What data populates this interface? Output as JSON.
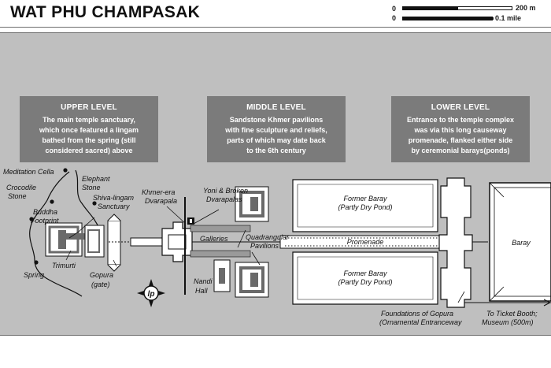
{
  "title": "WAT PHU CHAMPASAK",
  "scale": {
    "zero_top": "0",
    "zero_bottom": "0",
    "label_top": "200 m",
    "label_bottom": "0.1 mile"
  },
  "info_boxes": [
    {
      "heading": "UPPER LEVEL",
      "lines": [
        "The main temple sanctuary,",
        "which once featured a lingam",
        "bathed from the spring (still",
        "considered sacred) above"
      ]
    },
    {
      "heading": "MIDDLE LEVEL",
      "lines": [
        "Sandstone Khmer pavilions",
        "with fine sculpture and reliefs,",
        "parts of which may date back",
        "to the 6th century"
      ]
    },
    {
      "heading": "LOWER LEVEL",
      "lines": [
        "Entrance to the temple complex",
        "was via this long causeway",
        "promenade, flanked either side",
        "by ceremonial barays(ponds)"
      ]
    }
  ],
  "labels": {
    "meditation_cella": "Meditation Cella",
    "elephant_stone_1": "Elephant",
    "elephant_stone_2": "Stone",
    "crocodile_stone_1": "Crocodile",
    "crocodile_stone_2": "Stone",
    "buddha_footprint_1": "Buddha",
    "buddha_footprint_2": "Footprint",
    "shiva_lingam_1": "Shiva-lingam",
    "shiva_lingam_2": "Sanctuary",
    "trimurti": "Trimurti",
    "spring": "Spring",
    "gopura_1": "Gopura",
    "gopura_2": "(gate)",
    "khmer_dvarapala_1": "Khmer-era",
    "khmer_dvarapala_2": "Dvarapala",
    "yoni_1": "Yoni & Broken",
    "yoni_2": "Dvarapalas",
    "galleries": "Galleries",
    "quadrangular_1": "Quadrangular",
    "quadrangular_2": "Pavilions",
    "nandi_1": "Nandi",
    "nandi_2": "Hall",
    "baray_north_1": "Former Baray",
    "baray_north_2": "(Partly Dry Pond)",
    "baray_south_1": "Former Baray",
    "baray_south_2": "(Partly Dry Pond)",
    "promenade": "Promenade",
    "baray_east": "Baray",
    "foundations_1": "Foundations of Gopura",
    "foundations_2": "(Ornamental Entranceway",
    "ticket_1": "To Ticket Booth;",
    "ticket_2": "Museum (500m)",
    "compass": "lp"
  },
  "colors": {
    "background": "#bfbfbf",
    "box": "#7b7b7b",
    "structure_fill": "#ffffff",
    "structure_dark": "#6a6a6a"
  }
}
